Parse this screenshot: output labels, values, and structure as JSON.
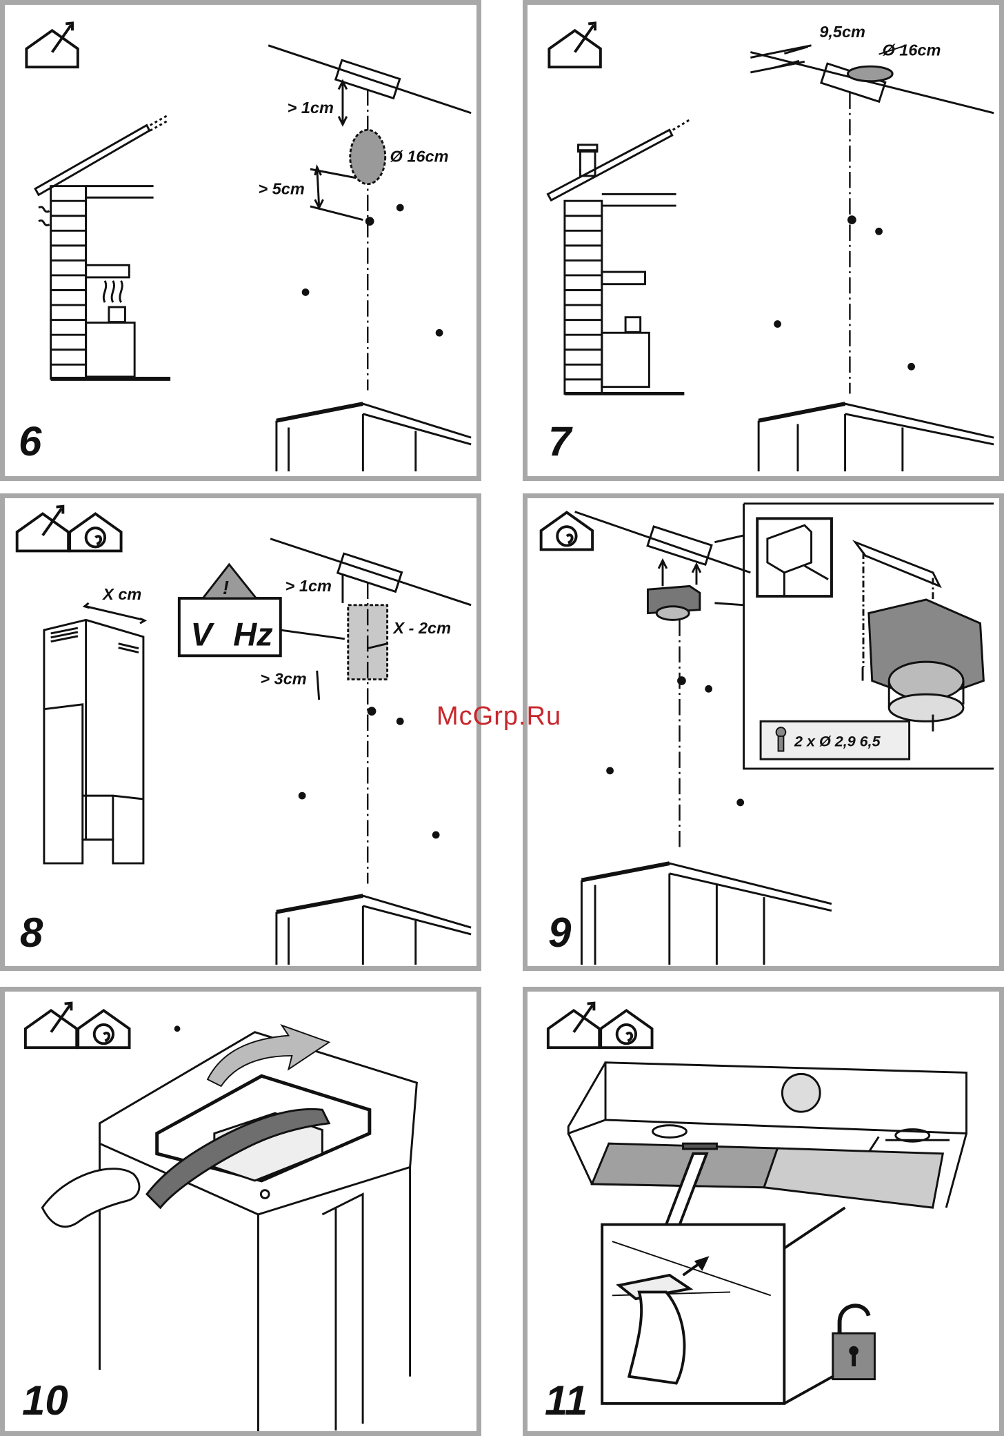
{
  "panels": [
    {
      "step": "6",
      "labels": {
        "gap_top": "> 1cm",
        "diameter": "Ø 16cm",
        "gap_bottom": "> 5cm"
      },
      "icons": [
        "ducted-mode-icon"
      ]
    },
    {
      "step": "7",
      "labels": {
        "offset": "9,5cm",
        "diameter": "Ø 16cm"
      },
      "icons": [
        "ducted-mode-icon"
      ]
    },
    {
      "step": "8",
      "labels": {
        "width": "X cm",
        "gap_top": "> 1cm",
        "zone_width": "X - 2cm",
        "gap_bottom": "> 3cm",
        "warning_mark": "!",
        "voltage": "V",
        "frequency": "Hz"
      },
      "icons": [
        "ducted-mode-icon",
        "recirculation-mode-icon"
      ]
    },
    {
      "step": "9",
      "labels": {
        "screws": "2 x  Ø 2,9 6,5"
      },
      "icons": [
        "recirculation-mode-icon"
      ]
    },
    {
      "step": "10",
      "labels": {},
      "icons": [
        "ducted-mode-icon",
        "recirculation-mode-icon"
      ]
    },
    {
      "step": "11",
      "labels": {},
      "icons": [
        "ducted-mode-icon",
        "recirculation-mode-icon",
        "unlock-icon"
      ]
    }
  ],
  "watermark": "McGrp.Ru"
}
